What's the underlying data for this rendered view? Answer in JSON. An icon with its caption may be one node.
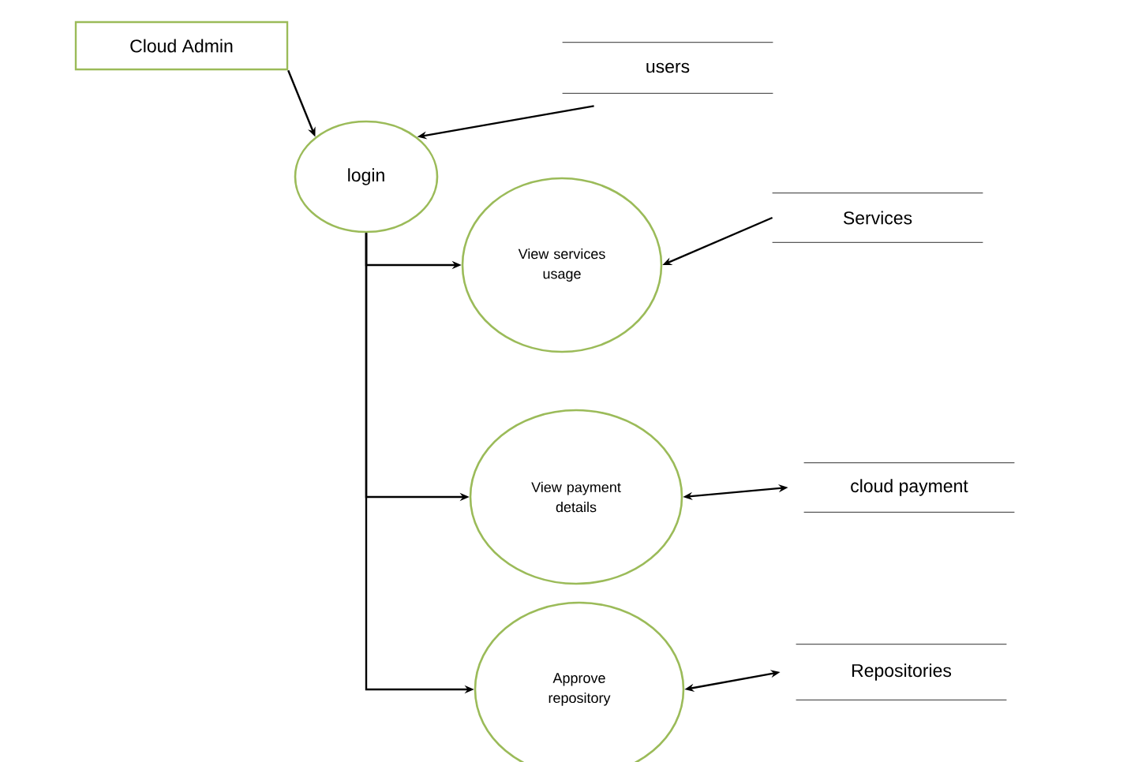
{
  "diagram": {
    "nodes": [
      {
        "text": [
          "Cloud Admin"
        ]
      },
      {
        "text": [
          "users"
        ]
      },
      {
        "text": [
          "login"
        ]
      },
      {
        "text": [
          "Services"
        ]
      },
      {
        "text": [
          "View services usage"
        ]
      },
      {
        "text": [
          "View payment details"
        ]
      },
      {
        "text": [
          "cloud payment"
        ]
      },
      {
        "text": [
          "Approve repository"
        ]
      },
      {
        "text": [
          "Repositories"
        ]
      }
    ],
    "edges": [
      {
        "from": 0,
        "to": 2,
        "arrow": "to"
      },
      {
        "from": 1,
        "to": 2,
        "arrow": "to"
      },
      {
        "from": 3,
        "to": 4,
        "arrow": "to"
      },
      {
        "from": 2,
        "to": 4,
        "arrow": "to"
      },
      {
        "from": 2,
        "to": 5,
        "arrow": "to"
      },
      {
        "from": 2,
        "to": 7,
        "arrow": "to"
      },
      {
        "from": 5,
        "to": 6,
        "arrow": "both"
      },
      {
        "from": 7,
        "to": 8,
        "arrow": "both"
      }
    ]
  }
}
